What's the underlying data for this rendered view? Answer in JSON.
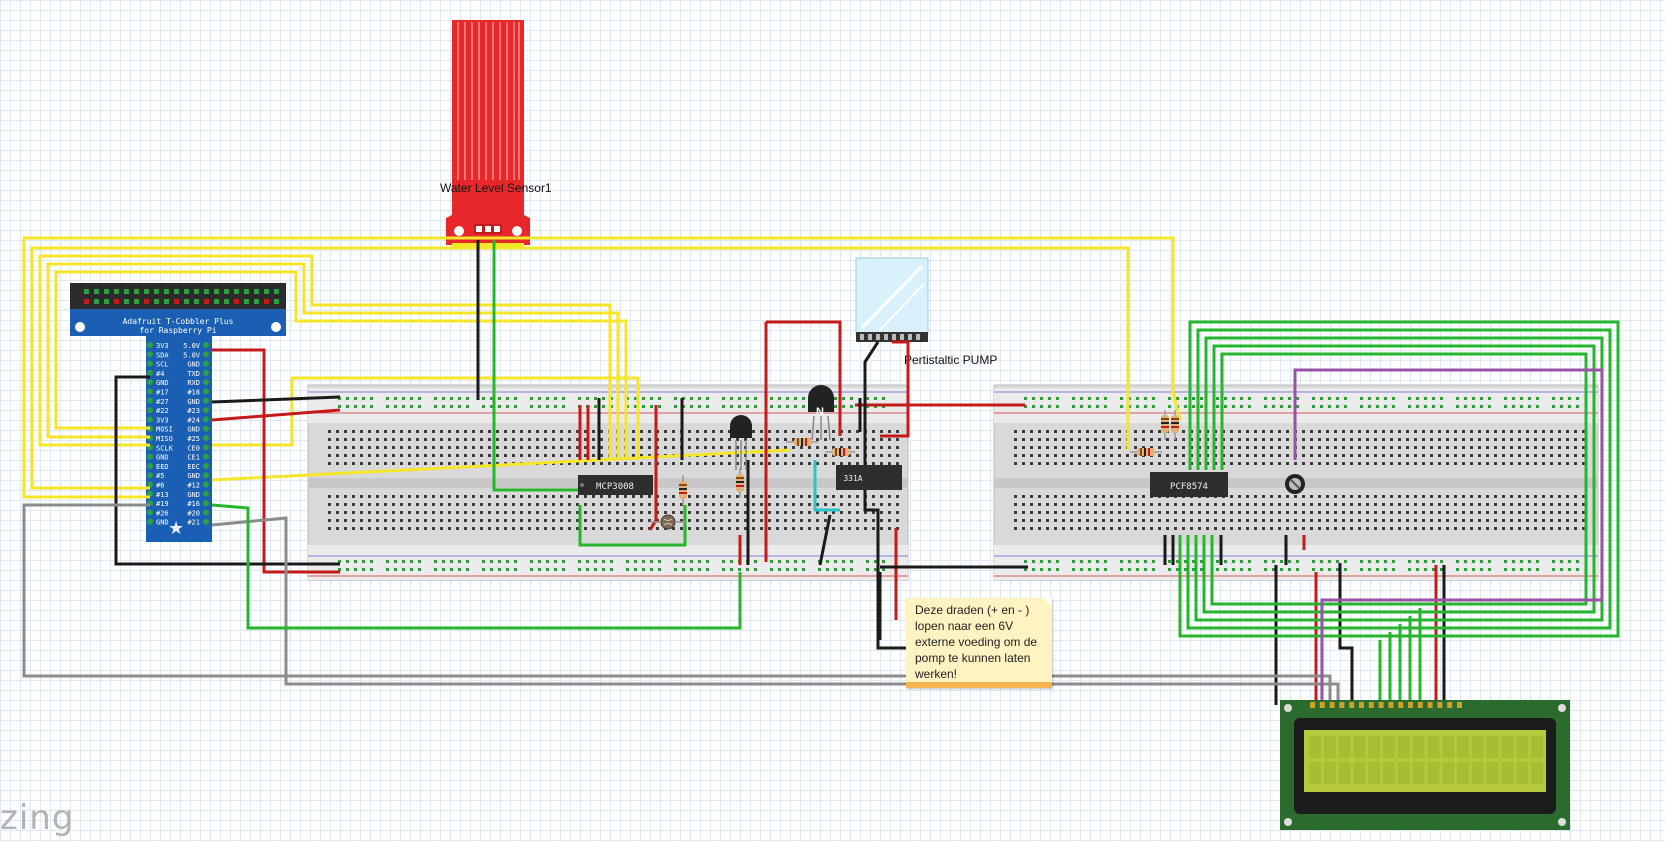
{
  "sensor": {
    "label": "Water Level Sensor1"
  },
  "cobbler": {
    "title_line1": "Adafruit T-Cobbler Plus",
    "title_line2": "for Raspberry Pi",
    "left_pins": [
      "3V3",
      "SDA",
      "SCL",
      "#4",
      "GND",
      "#17",
      "#27",
      "#22",
      "3V3",
      "MOSI",
      "MISO",
      "SCLK",
      "GND",
      "EED",
      "#5",
      "#6",
      "#13",
      "#19",
      "#26",
      "GND"
    ],
    "right_pins": [
      "5.0V",
      "5.0V",
      "GND",
      "TXD",
      "RXD",
      "#18",
      "GND",
      "#23",
      "#24",
      "GND",
      "#25",
      "CE0",
      "CE1",
      "EEC",
      "GND",
      "#12",
      "GND",
      "#16",
      "#20",
      "#21"
    ]
  },
  "chips": {
    "mcp": "MCP3008",
    "l293": "331A",
    "pcf": "PCF8574"
  },
  "pump": {
    "label": "Pertistaltic PUMP"
  },
  "transistor": {
    "label": "N"
  },
  "note": {
    "text": "Deze draden (+ en - ) lopen naar een 6V externe voeding om de pomp te kunnen laten werken!"
  },
  "watermark": {
    "text": "zing"
  },
  "colors": {
    "wire_yellow": "#f5e629",
    "wire_red": "#c41a1a",
    "wire_green": "#26b52c",
    "wire_black": "#1a1a1a",
    "wire_gray": "#8c8c8c",
    "wire_purple": "#9a52a8",
    "wire_cyan": "#2bc4c9",
    "sensor_red": "#e8272a",
    "cobbler_blue": "#1a5fb4",
    "lcd_green": "#2b6b2e",
    "lcd_screen": "#b5c93b"
  }
}
